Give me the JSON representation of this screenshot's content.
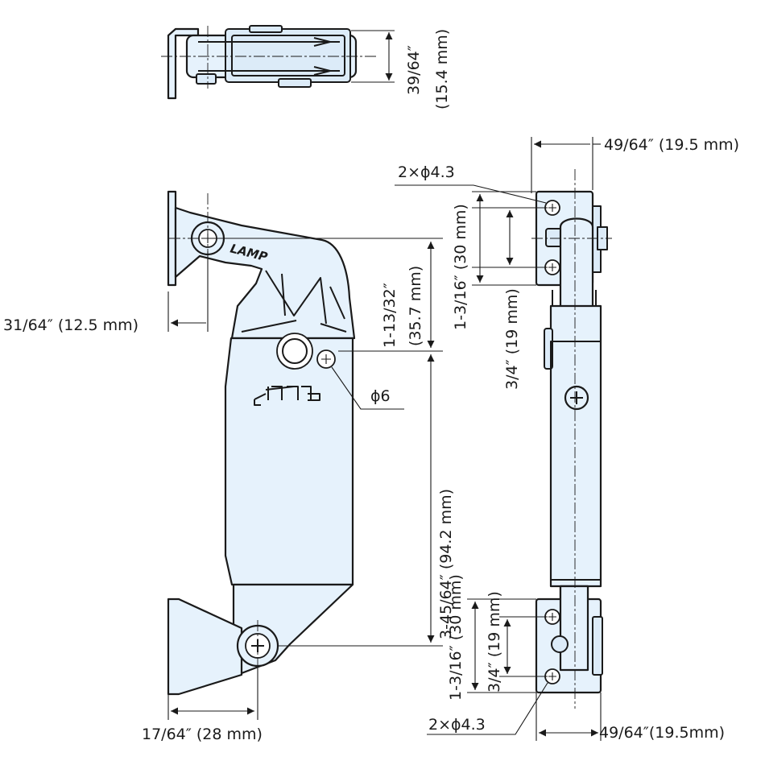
{
  "labels": {
    "top_height": "39/64″",
    "top_height_mm": "(15.4 mm)",
    "right_top_width": "49/64″ (19.5 mm)",
    "top_holes": "2×ϕ4.3",
    "left_offset": "31/64″ (12.5 mm)",
    "upper_height": "1-13/32″",
    "upper_height_mm": "(35.7 mm)",
    "upper_pitch": "1-3/16″ (30 mm)",
    "upper_pitch_small": "3/4″ (19 mm)",
    "pin_dia": "ϕ6",
    "length": "3-45/64″ (94.2 mm)",
    "lower_pitch": "1-3/16″ (30 mm)",
    "lower_pitch_small": "3/4″ (19 mm)",
    "bottom_offset": "17/64″ (28 mm)",
    "bottom_holes": "2×ϕ4.3",
    "right_bottom_width": "49/64″(19.5mm)"
  },
  "logo": {
    "text": "LAMP"
  }
}
